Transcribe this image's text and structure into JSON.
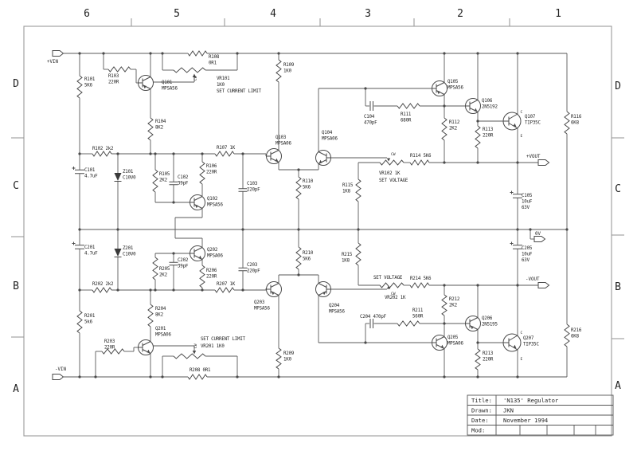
{
  "grid": {
    "columns": [
      "6",
      "5",
      "4",
      "3",
      "2",
      "1"
    ],
    "rows": [
      "D",
      "C",
      "B",
      "A"
    ]
  },
  "title_block": {
    "title_label": "Title:",
    "title": "'N135' Regulator",
    "drawn_label": "Drawn:",
    "drawn": "JKN",
    "date_label": "Date:",
    "date": "November 1994",
    "mod_label": "Mod:",
    "mod": ""
  },
  "terminals": {
    "vin_pos": "+VIN",
    "vin_neg": "-VIN",
    "vout_pos": "+VOUT",
    "vout_neg": "-VOUT",
    "zero": "0V"
  },
  "annotations": {
    "cw": "CW",
    "collector": "C",
    "emitter": "E"
  },
  "components": {
    "R101": [
      "R101",
      "5K6"
    ],
    "R102": [
      "R102  2k2"
    ],
    "R103": [
      "R103",
      "220R"
    ],
    "R104": [
      "R104",
      "8K2"
    ],
    "R105": [
      "R105",
      "2K2"
    ],
    "R106": [
      "R106",
      "220R"
    ],
    "R107": [
      "R107  1K"
    ],
    "R108": [
      "R108",
      "0R1"
    ],
    "R109": [
      "R109",
      "1K0"
    ],
    "R110": [
      "R110",
      "5K6"
    ],
    "R111": [
      "R111",
      "680R"
    ],
    "R112": [
      "R112",
      "2K2"
    ],
    "R113": [
      "R113",
      "220R"
    ],
    "R114": [
      "R114  5K6"
    ],
    "R115": [
      "R115",
      "1K8"
    ],
    "R116": [
      "R116",
      "6K8"
    ],
    "VR101": [
      "VR101",
      "1K0",
      "SET CURRENT LIMIT"
    ],
    "VR102": [
      "VR102  1K",
      "SET VOLTAGE"
    ],
    "C101": [
      "C101",
      "4.7uF"
    ],
    "C102": [
      "C102",
      "39pF"
    ],
    "C103": [
      "C103",
      "220pF"
    ],
    "C104": [
      "C104",
      "470pF"
    ],
    "C105": [
      "C105",
      "10uF",
      "63V"
    ],
    "Z101": [
      "Z101",
      "C10V0"
    ],
    "Q101": [
      "Q101",
      "MPSA56"
    ],
    "Q102": [
      "Q102",
      "MPSA56"
    ],
    "Q103": [
      "Q103",
      "MPSA06"
    ],
    "Q104": [
      "Q104",
      "MPSA06"
    ],
    "Q105": [
      "Q105",
      "MPSA56"
    ],
    "Q106": [
      "Q106",
      "2N5192"
    ],
    "Q107": [
      "Q107",
      "TIP35C"
    ],
    "R201": [
      "R201",
      "5k6"
    ],
    "R202": [
      "R202  2k2"
    ],
    "R203": [
      "R203",
      "220R"
    ],
    "R204": [
      "R204",
      "8K2"
    ],
    "R205": [
      "R205",
      "2K2"
    ],
    "R206": [
      "R206",
      "220R"
    ],
    "R207": [
      "R207  1K"
    ],
    "R208": [
      "R208  0R1"
    ],
    "R209": [
      "R209",
      "1K0"
    ],
    "R210": [
      "R210",
      "5K6"
    ],
    "R211": [
      "R211",
      "560R"
    ],
    "R212": [
      "R212",
      "2K2"
    ],
    "R213": [
      "R213",
      "220R"
    ],
    "R214": [
      "R214  5K6"
    ],
    "R215": [
      "R215",
      "1K8"
    ],
    "R216": [
      "R216",
      "6K8"
    ],
    "VR201": [
      "SET CURRENT LIMIT",
      "VR201  1K0"
    ],
    "VR202": [
      "SET VOLTAGE",
      "VR202  1K"
    ],
    "C201": [
      "C201",
      "4.7uF"
    ],
    "C202": [
      "C202",
      "39pF"
    ],
    "C203": [
      "C203",
      "220pF"
    ],
    "C204": [
      "C204  470pF"
    ],
    "C205": [
      "C205",
      "10uF",
      "63V"
    ],
    "Z201": [
      "Z201",
      "C10V0"
    ],
    "Q201": [
      "Q201",
      "MPSA06"
    ],
    "Q202": [
      "Q202",
      "MPSA06"
    ],
    "Q203": [
      "Q203",
      "MPSA56"
    ],
    "Q204": [
      "Q204",
      "MPSA56"
    ],
    "Q205": [
      "Q205",
      "MPSA06"
    ],
    "Q206": [
      "Q206",
      "2N5195"
    ],
    "Q207": [
      "Q207",
      "TIP35C"
    ]
  }
}
